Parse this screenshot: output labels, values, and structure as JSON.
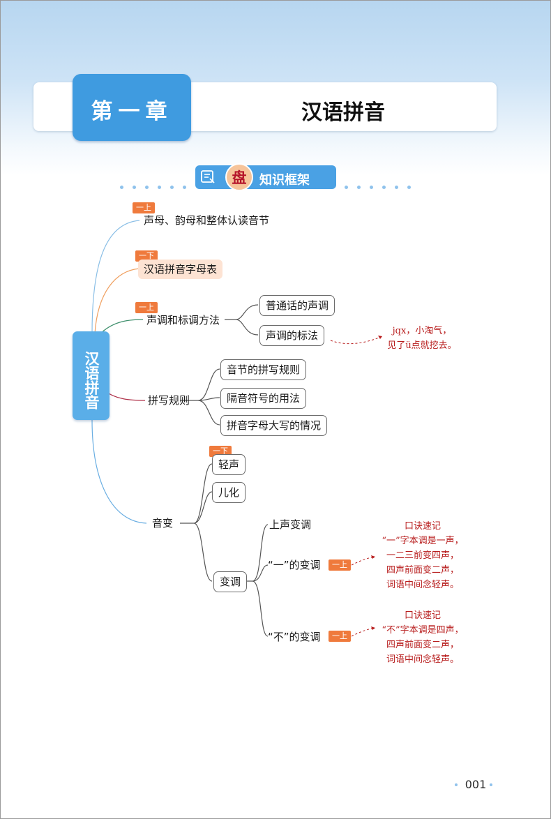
{
  "header": {
    "chapter_label": "第一章",
    "chapter_title": "汉语拼音"
  },
  "section": {
    "icon": "book-icon",
    "circle_char": "盘",
    "title": "知识框架"
  },
  "mindmap": {
    "root": "汉语拼音",
    "branch1": {
      "label": "声母、韵母和整体认读音节",
      "grade_tag": "一上"
    },
    "branch2": {
      "label": "汉语拼音字母表",
      "grade_tag": "一下"
    },
    "branch3": {
      "label": "声调和标调方法",
      "grade_tag": "一上",
      "children": [
        "普通话的声调",
        "声调的标法"
      ],
      "note": [
        "jqx，小淘气，",
        "见了ü点就挖去。"
      ]
    },
    "branch4": {
      "label": "拼写规则",
      "children": [
        "音节的拼写规则",
        "隔音符号的用法",
        "拼音字母大写的情况"
      ]
    },
    "branch5": {
      "label": "音变",
      "qingsheng": {
        "label": "轻声",
        "grade_tag": "一下"
      },
      "erhua": "儿化",
      "biandiao": {
        "label": "变调",
        "shangsheng": "上声变调",
        "yi": {
          "label": "“一”的变调",
          "grade_tag": "一上"
        },
        "bu": {
          "label": "“不”的变调",
          "grade_tag": "一上"
        }
      },
      "note_yi": [
        "口诀速记",
        "“一”字本调是一声，",
        "一二三前变四声，",
        "四声前面变二声，",
        "词语中间念轻声。"
      ],
      "note_bu": [
        "口诀速记",
        "“不”字本调是四声，",
        "四声前面变二声，",
        "词语中间念轻声。"
      ]
    }
  },
  "colors": {
    "accent_blue": "#3f9be0",
    "tag_orange": "#ef7a3c",
    "note_red": "#b81d1d",
    "branch1_line": "#8bbfe6",
    "branch2_line": "#f0a060",
    "branch3_line": "#3e8f6c",
    "branch4_line": "#b0324a",
    "branch5_line": "#6aaee2"
  },
  "footer": {
    "page_number": "001"
  }
}
